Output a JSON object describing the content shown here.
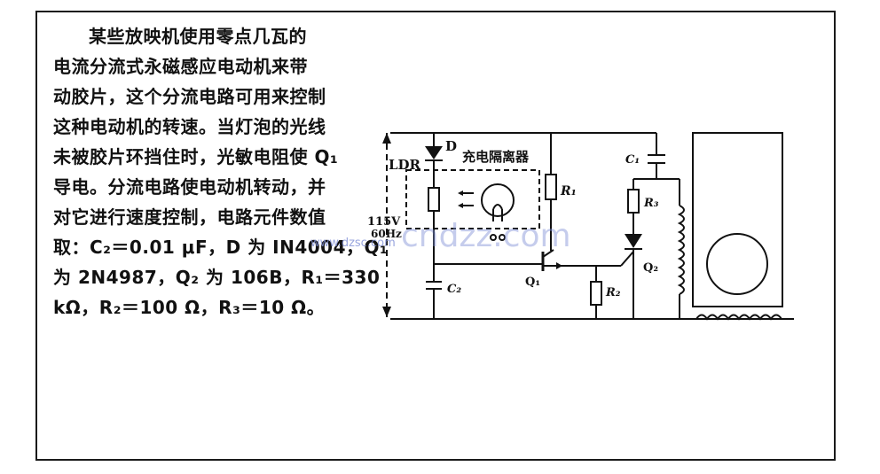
{
  "description": {
    "lines": [
      "某些放映机使用零点几瓦的",
      "电流分流式永磁感应电动机来带",
      "动胶片，这个分流电路可用来控制",
      "这种电动机的转速。当灯泡的光线",
      "未被胶片环挡住时，光敏电阻使 Q₁",
      "导电。分流电路使电动机转动，并",
      "对它进行速度控制，电路元件数值",
      "取：C₂＝0.01 μF，D 为 IN4004，Q₁",
      "为 2N4987，Q₂ 为 106B，R₁＝330",
      "kΩ，R₂＝100 Ω，R₃＝10 Ω。"
    ]
  },
  "circuit": {
    "ldr_label": "LDR",
    "diode_label": "D",
    "isolator_label": "充电隔离器",
    "r1_label": "R₁",
    "r2_label": "R₂",
    "r3_label": "R₃",
    "c1_label": "C₁",
    "c2_label": "C₂",
    "q1_label": "Q₁",
    "q2_label": "Q₂",
    "supply_voltage": "115V",
    "supply_freq": "60Hz"
  },
  "watermark": {
    "small": "www.dzsc.com",
    "large": "cndzz.com"
  },
  "colors": {
    "line": "#111111",
    "watermark": "#7f8fd6"
  }
}
